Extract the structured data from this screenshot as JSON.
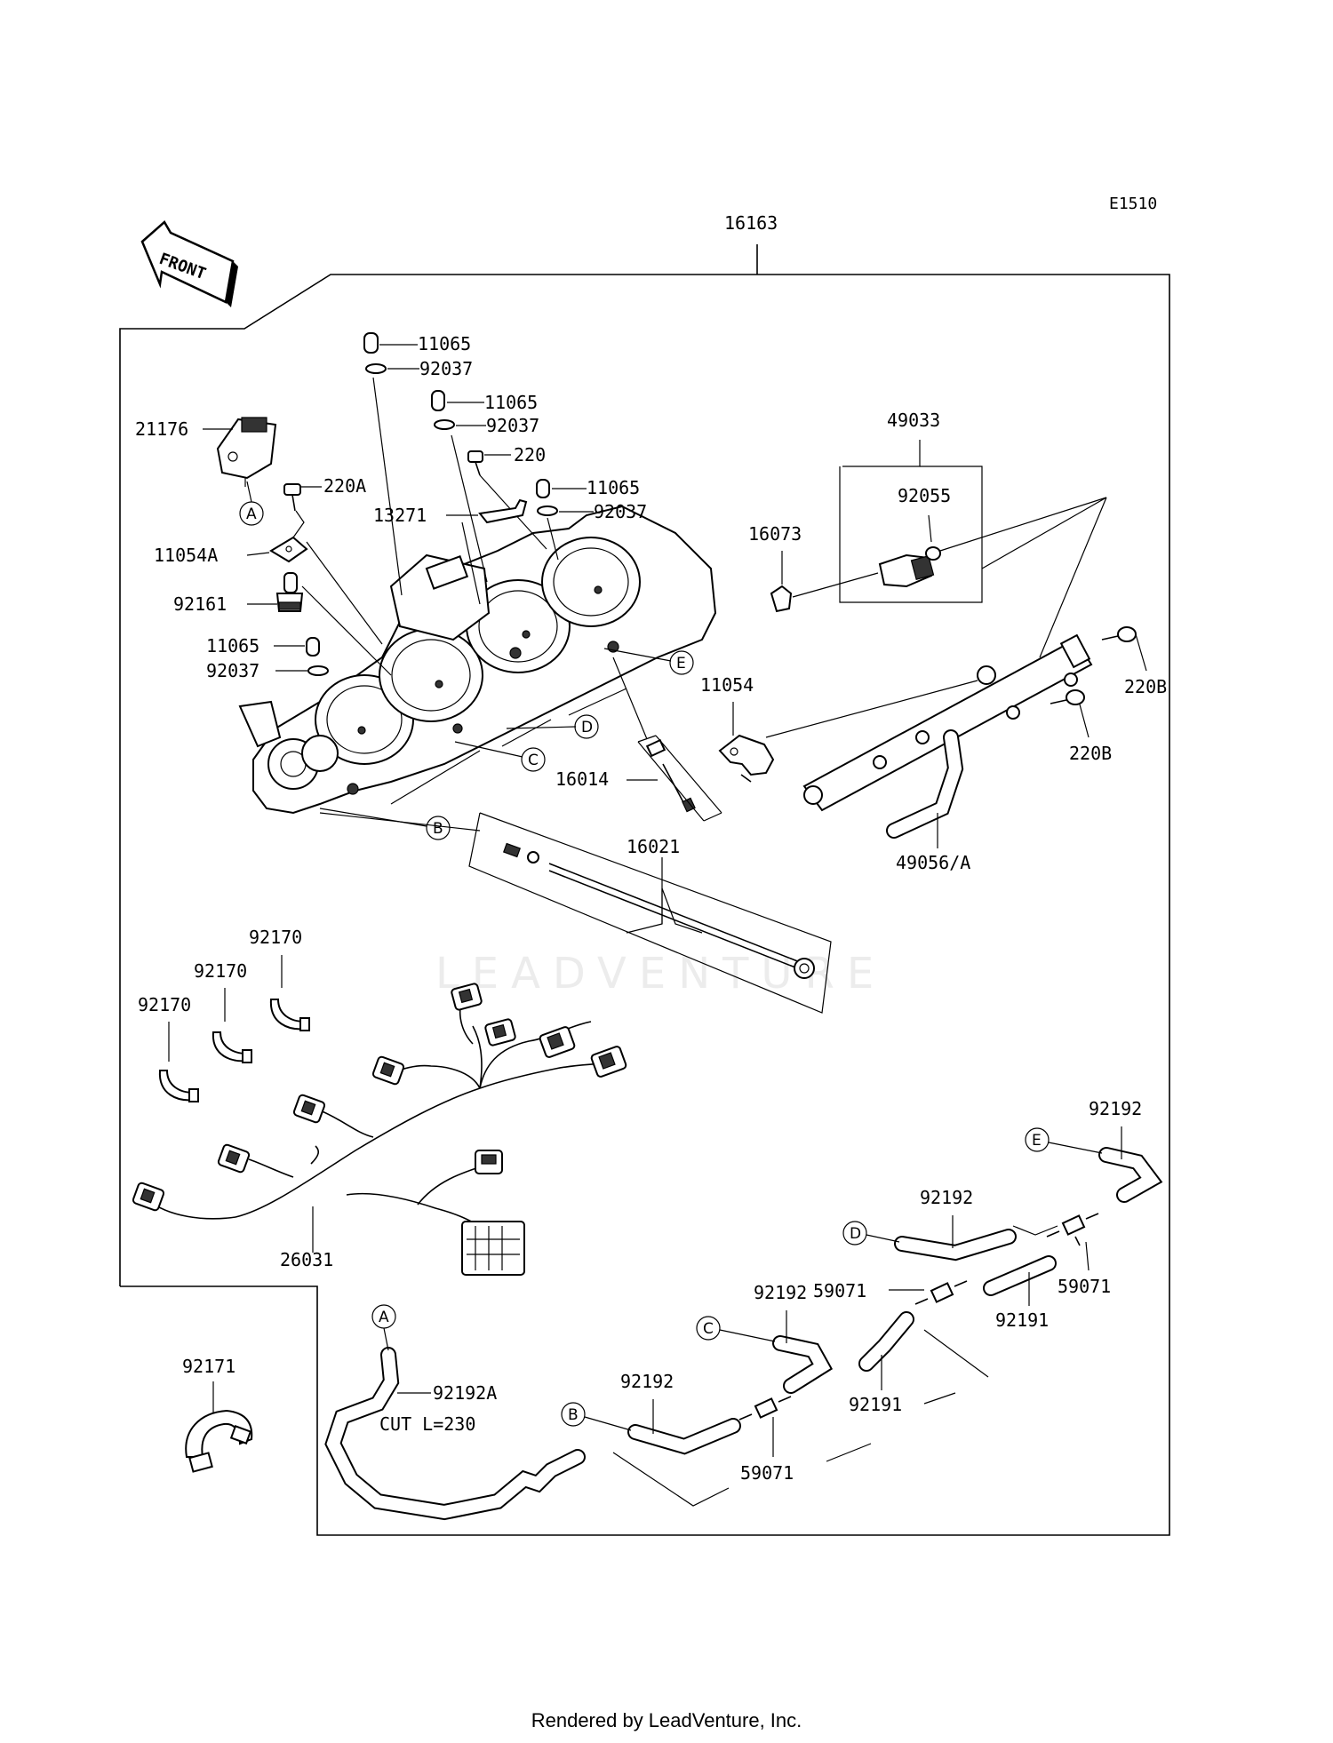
{
  "diagram": {
    "code": "E1510",
    "front_label": "FRONT",
    "watermark": "LEADVENTURE",
    "footer": "Rendered by LeadVenture, Inc.",
    "parts": {
      "assembly": "16163",
      "sensor": "21176",
      "cap_1": "11065",
      "washer_1": "92037",
      "cap_2": "11065",
      "washer_2": "92037",
      "bolt_220": "220",
      "cap_3": "11065",
      "washer_3": "92037",
      "screw_220a": "220A",
      "bracket_13271": "13271",
      "bracket_11054a": "11054A",
      "nipple_92161": "92161",
      "cap_4": "11065",
      "washer_4": "92037",
      "injector_kit": "49033",
      "oring": "92055",
      "seal_16073": "16073",
      "bracket_11054": "11054",
      "screw_220b_1": "220B",
      "screw_220b_2": "220B",
      "screw_16014": "16014",
      "shaft_16021": "16021",
      "pipe_49056": "49056/A",
      "band_1": "92170",
      "band_2": "92170",
      "band_3": "92170",
      "harness": "26031",
      "clamp": "92171",
      "hose_e": "92192",
      "hose_d": "92192",
      "hose_c": "92192",
      "hose_b": "92192",
      "hose_a": "92192A",
      "hose_a_note": "CUT L=230",
      "joint_1": "59071",
      "joint_2": "59071",
      "joint_3": "59071",
      "pipe_92191_1": "92191",
      "pipe_92191_2": "92191"
    },
    "connectors": {
      "a_top": "A",
      "e_top": "E",
      "d_top": "D",
      "c_top": "C",
      "b_top": "B",
      "e_hose": "E",
      "d_hose": "D",
      "c_hose": "C",
      "b_hose": "B",
      "a_hose": "A"
    }
  }
}
